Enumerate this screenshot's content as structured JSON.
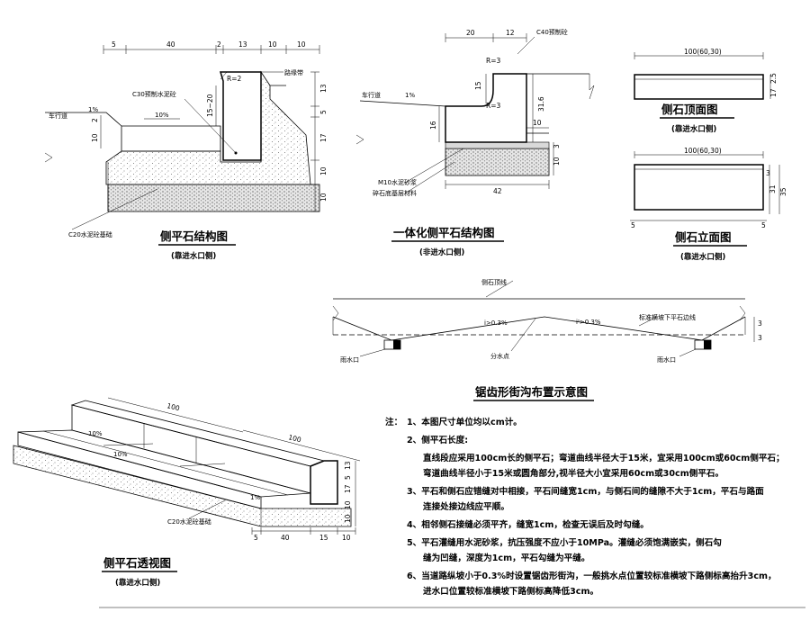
{
  "fig1": {
    "title": "侧平石结构图",
    "subtitle": "(靠进水口侧)",
    "dims_top": [
      "5",
      "40",
      "2",
      "13",
      "10",
      "10"
    ],
    "dims_right": [
      "13",
      "5",
      "17",
      "10",
      "10"
    ],
    "dims_left": [
      "2",
      "10"
    ],
    "dim_mid": "15~20",
    "radius": "R=2",
    "label_c30": "C30预制水泥砼",
    "label_curb": "路缘带",
    "label_lane": "车行道",
    "slope_a": "1%",
    "slope_b": "10%",
    "label_c20": "C20水泥砼基础"
  },
  "fig2": {
    "title": "一体化侧平石结构图",
    "subtitle": "(非进水口侧)",
    "dims_top": [
      "20",
      "12"
    ],
    "label_c40": "C40预制砼",
    "radius_a": "R=3",
    "radius_b": "R=3",
    "dim_15": "15",
    "dim_316": "31.6",
    "dim_16": "16",
    "dim_10a": "10",
    "dim_3": "3",
    "dim_10b": "10",
    "dim_42": "42",
    "label_lane": "车行道",
    "slope": "1%",
    "label_m10": "M10水泥砂浆",
    "label_base": "碎石底基层材料"
  },
  "fig3": {
    "title": "侧石顶面图",
    "subtitle": "(靠进水口侧)",
    "dim_top": "100(60,30)",
    "dims_right": [
      "2.5",
      "17"
    ]
  },
  "fig4": {
    "title": "侧石立面图",
    "subtitle": "(靠进水口侧)",
    "dim_top": "100(60,30)",
    "dims_right": [
      "31",
      "35"
    ],
    "dims_left": [
      "3"
    ],
    "dims_bottom": [
      "5",
      "5"
    ]
  },
  "fig5": {
    "title": "锯齿形街沟布置示意图",
    "label_top": "侧石顶线",
    "slope_left": "i>0.3%",
    "slope_right": "i'>0.3%",
    "label_std": "标准横坡下平石边线",
    "label_inlet_left": "雨水口",
    "label_inlet_right": "雨水口",
    "label_ridge": "分水点",
    "dim_right": [
      "3",
      "3"
    ]
  },
  "fig6": {
    "title": "侧平石透视图",
    "subtitle": "(靠进水口侧)",
    "dim_100a": "100",
    "dim_100b": "100",
    "slope_a": "10%",
    "slope_b": "10%",
    "slope_c": "1%",
    "label_c20": "C20水泥砼基础",
    "dims_bottom": [
      "5",
      "40",
      "15",
      "10"
    ],
    "dims_side": [
      "10",
      "10",
      "17",
      "5",
      "13"
    ]
  },
  "notes": {
    "heading": "注：",
    "items": [
      "1、本图尺寸单位均以cm计。",
      "2、侧平石长度:",
      "直线段应采用100cm长的侧平石；弯道曲线半径大于15米，宜采用100cm或60cm侧平石；",
      "弯道曲线半径小于15米或圆角部分,视半径大小宜采用60cm或30cm侧平石。",
      "3、平石和侧石应错缝对中相接，平石间缝宽1cm，与侧石间的缝隙不大于1cm，平石与路面",
      "连接处接边线应平顺。",
      "4、相邻侧石接缝必须平齐，缝宽1cm，检查无误后及时勾缝。",
      "5、平石灌缝用水泥砂浆，抗压强度不应小于10MPa。灌缝必须饱满嵌实，侧石勾",
      "缝为凹缝，深度为1cm，平石勾缝为平缝。",
      "6、当道路纵坡小于0.3%时设置锯齿形街沟，一般挑水点位置较标准横坡下路侧标高抬升3cm，",
      "进水口位置较标准横坡下路侧标高降低3cm。"
    ]
  }
}
